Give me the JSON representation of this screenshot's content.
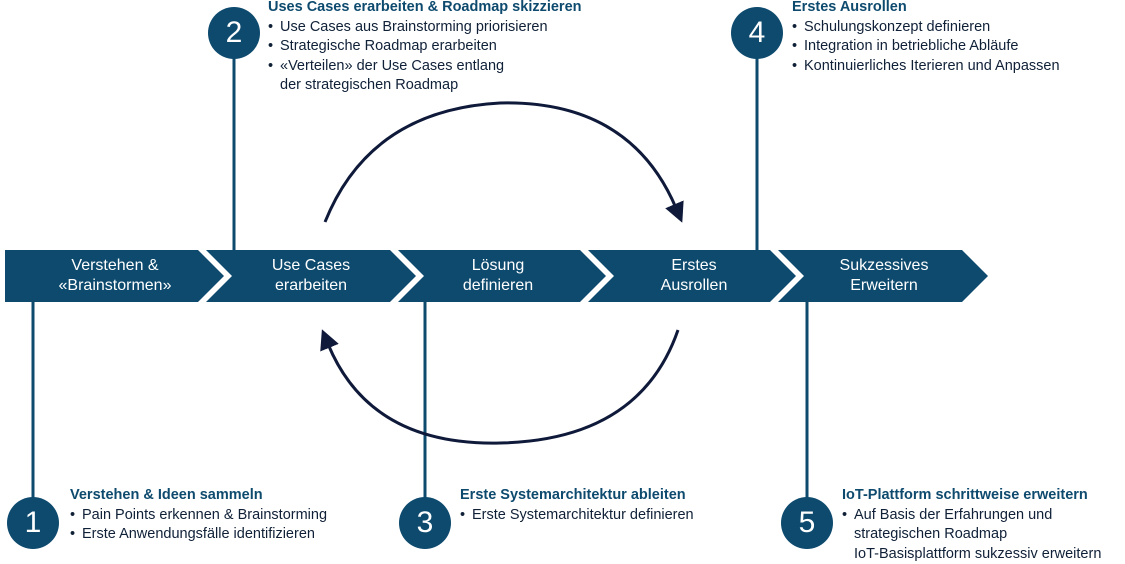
{
  "colors": {
    "primary": "#0d4a6e",
    "text": "#0f2037",
    "arrow": "#0f1a3a"
  },
  "phases": [
    {
      "lines": [
        "Verstehen &",
        "«Brainstormen»"
      ]
    },
    {
      "lines": [
        "Use Cases",
        "erarbeiten"
      ]
    },
    {
      "lines": [
        "Lösung",
        "definieren"
      ]
    },
    {
      "lines": [
        "Erstes",
        "Ausrollen"
      ]
    },
    {
      "lines": [
        "Sukzessives",
        "Erweitern"
      ]
    }
  ],
  "steps": [
    {
      "number": "1",
      "title": "Verstehen & Ideen sammeln",
      "items": [
        [
          "Pain Points erkennen & Brainstorming"
        ],
        [
          "Erste Anwendungsfälle identifizieren"
        ]
      ]
    },
    {
      "number": "2",
      "title": "Uses Cases erarbeiten & Roadmap skizzieren",
      "items": [
        [
          "Use Cases aus Brainstorming priorisieren"
        ],
        [
          "Strategische Roadmap erarbeiten"
        ],
        [
          "«Verteilen» der Use Cases entlang",
          "der strategischen Roadmap"
        ]
      ]
    },
    {
      "number": "3",
      "title": "Erste Systemarchitektur ableiten",
      "items": [
        [
          "Erste Systemarchitektur definieren"
        ]
      ]
    },
    {
      "number": "4",
      "title": "Erstes Ausrollen",
      "items": [
        [
          "Schulungskonzept definieren"
        ],
        [
          "Integration in betriebliche Abläufe"
        ],
        [
          "Kontinuierliches Iterieren und Anpassen"
        ]
      ]
    },
    {
      "number": "5",
      "title": "IoT-Plattform schrittweise erweitern",
      "items": [
        [
          "Auf Basis der Erfahrungen und",
          "strategischen Roadmap",
          "IoT-Basisplattform sukzessiv erweitern"
        ]
      ]
    }
  ]
}
